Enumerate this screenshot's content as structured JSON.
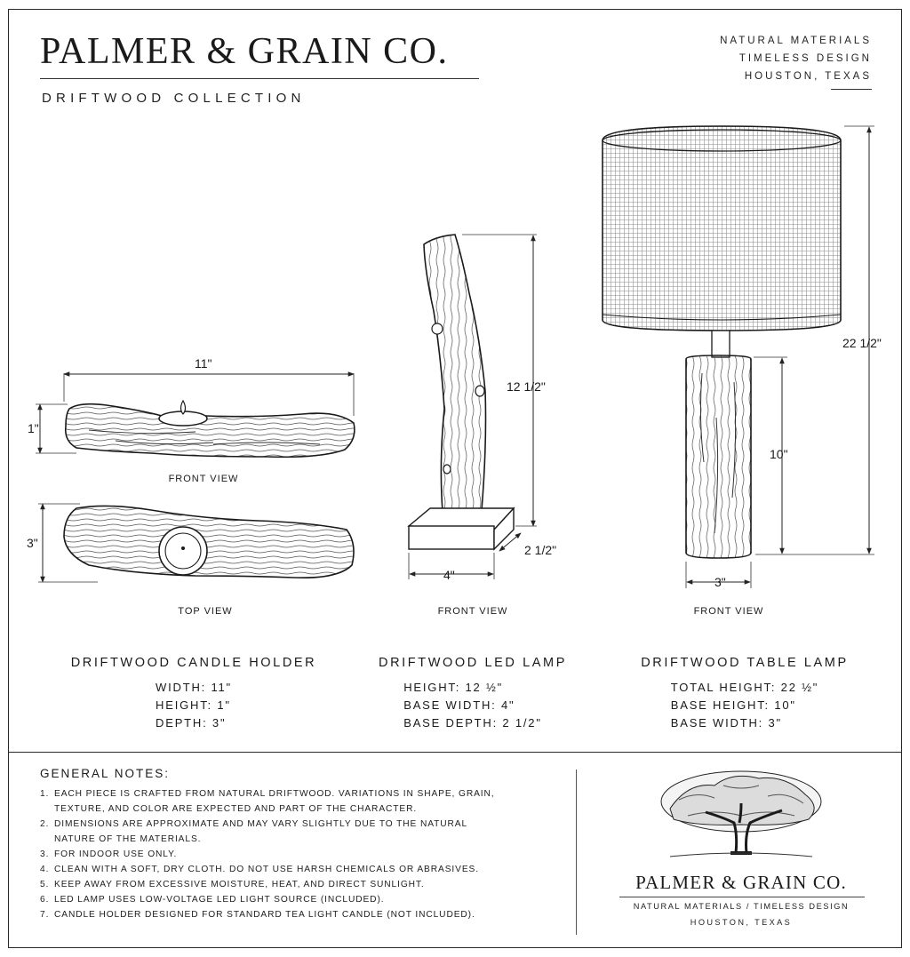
{
  "header": {
    "brand": "PALMER & GRAIN CO.",
    "collection": "DRIFTWOOD COLLECTION",
    "tagline": [
      "NATURAL MATERIALS",
      "TIMELESS DESIGN",
      "HOUSTON, TEXAS"
    ]
  },
  "candle_holder": {
    "dim_length": "11\"",
    "dim_height": "1\"",
    "dim_depth": "3\"",
    "front_view": "FRONT VIEW",
    "top_view": "TOP VIEW",
    "title": "DRIFTWOOD CANDLE HOLDER",
    "specs": [
      "WIDTH: 11\"",
      "HEIGHT: 1\"",
      "DEPTH: 3\""
    ]
  },
  "led_lamp": {
    "dim_height": "12 1/2\"",
    "dim_base_width": "4\"",
    "dim_base_depth": "2 1/2\"",
    "front_view": "FRONT VIEW",
    "title": "DRIFTWOOD LED LAMP",
    "specs": [
      "HEIGHT: 12 ½\"",
      "BASE WIDTH: 4\"",
      "BASE DEPTH: 2 1/2\""
    ]
  },
  "table_lamp": {
    "dim_total": "22 1/2\"",
    "dim_base_height": "10\"",
    "dim_base_width": "3\"",
    "front_view": "FRONT VIEW",
    "title": "DRIFTWOOD TABLE LAMP",
    "specs": [
      "TOTAL HEIGHT: 22 ½\"",
      "BASE HEIGHT: 10\"",
      "BASE WIDTH: 3\""
    ]
  },
  "notes": {
    "title": "GENERAL NOTES:",
    "items": [
      {
        "num": "1.",
        "text": "EACH PIECE IS CRAFTED FROM NATURAL DRIFTWOOD.  VARIATIONS IN SHAPE, GRAIN,",
        "text2": "TEXTURE, AND COLOR ARE EXPECTED AND PART OF THE CHARACTER."
      },
      {
        "num": "2.",
        "text": "DIMENSIONS ARE APPROXIMATE AND MAY VARY SLIGHTLY DUE TO THE NATURAL",
        "text2": "NATURE OF THE MATERIALS."
      },
      {
        "num": "3.",
        "text": "FOR INDOOR USE ONLY."
      },
      {
        "num": "4.",
        "text": "CLEAN WITH A SOFT, DRY CLOTH.  DO NOT USE HARSH CHEMICALS OR ABRASIVES."
      },
      {
        "num": "5.",
        "text": "KEEP AWAY FROM EXCESSIVE MOISTURE, HEAT, AND DIRECT SUNLIGHT."
      },
      {
        "num": "6.",
        "text": "LED LAMP USES LOW-VOLTAGE LED LIGHT SOURCE (INCLUDED)."
      },
      {
        "num": "7.",
        "text": "CANDLE HOLDER DESIGNED FOR STANDARD TEA LIGHT CANDLE (NOT INCLUDED)."
      }
    ]
  },
  "logo": {
    "icon": "oak-tree-icon",
    "name": "PALMER & GRAIN CO.",
    "tagline": "NATURAL MATERIALS  /  TIMELESS DESIGN",
    "city": "HOUSTON, TEXAS"
  }
}
